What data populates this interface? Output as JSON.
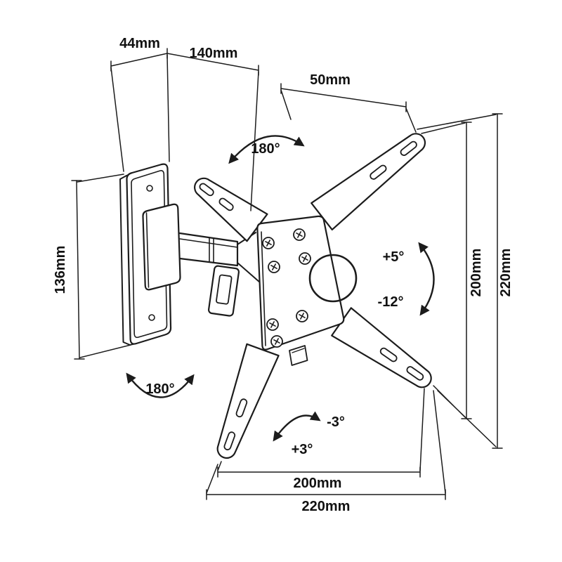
{
  "page": {
    "background": "#ffffff",
    "line_color": "#1c1c1c",
    "text_color": "#111111"
  },
  "diagram": {
    "type": "technical-dimension-drawing",
    "subject": "Articulating TV wall mount bracket with VESA X-plate",
    "dimensions": {
      "top": {
        "wall_plate_depth": "44mm",
        "arm_length": "140mm",
        "head_offset": "50mm"
      },
      "left": {
        "wall_plate_height": "136mm"
      },
      "right": {
        "vesa_height": "200mm",
        "plate_height": "220mm"
      },
      "bottom": {
        "vesa_width": "200mm",
        "plate_width": "220mm"
      }
    },
    "angles": {
      "swivel_top": "180°",
      "swivel_bottom": "180°",
      "tilt_up": "+5°",
      "tilt_down": "-12°",
      "rotation_plus": "+3°",
      "rotation_minus": "-3°"
    }
  }
}
